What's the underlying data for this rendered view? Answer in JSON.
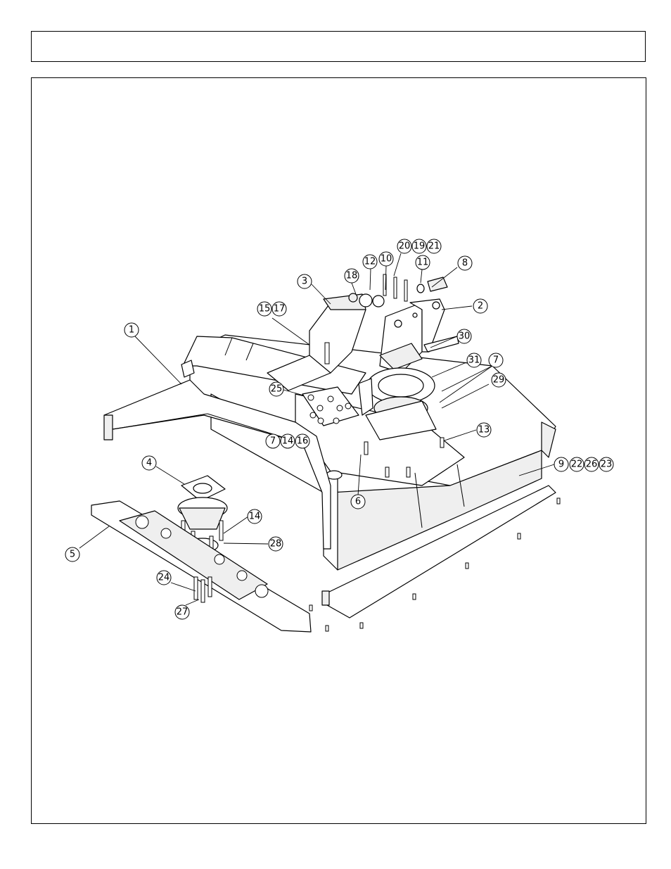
{
  "header": {
    "title": ""
  },
  "diagram": {
    "callouts": [
      {
        "id": "c1",
        "label": "1"
      },
      {
        "id": "c2",
        "label": "2"
      },
      {
        "id": "c3",
        "label": "3"
      },
      {
        "id": "c4",
        "label": "4"
      },
      {
        "id": "c5",
        "label": "5"
      },
      {
        "id": "c6",
        "label": "6"
      },
      {
        "id": "c7a",
        "label": "7"
      },
      {
        "id": "c7b",
        "label": "7"
      },
      {
        "id": "c8",
        "label": "8"
      },
      {
        "id": "c9",
        "label": "9"
      },
      {
        "id": "c10",
        "label": "10"
      },
      {
        "id": "c11",
        "label": "11"
      },
      {
        "id": "c12",
        "label": "12"
      },
      {
        "id": "c13",
        "label": "13"
      },
      {
        "id": "c14a",
        "label": "14"
      },
      {
        "id": "c14b",
        "label": "14"
      },
      {
        "id": "c15",
        "label": "15"
      },
      {
        "id": "c16",
        "label": "16"
      },
      {
        "id": "c17",
        "label": "17"
      },
      {
        "id": "c18",
        "label": "18"
      },
      {
        "id": "c19",
        "label": "19"
      },
      {
        "id": "c20",
        "label": "20"
      },
      {
        "id": "c21",
        "label": "21"
      },
      {
        "id": "c22",
        "label": "22"
      },
      {
        "id": "c23",
        "label": "23"
      },
      {
        "id": "c24",
        "label": "24"
      },
      {
        "id": "c25",
        "label": "25"
      },
      {
        "id": "c26",
        "label": "26"
      },
      {
        "id": "c27",
        "label": "27"
      },
      {
        "id": "c28",
        "label": "28"
      },
      {
        "id": "c29",
        "label": "29"
      },
      {
        "id": "c30",
        "label": "30"
      },
      {
        "id": "c31",
        "label": "31"
      }
    ]
  }
}
